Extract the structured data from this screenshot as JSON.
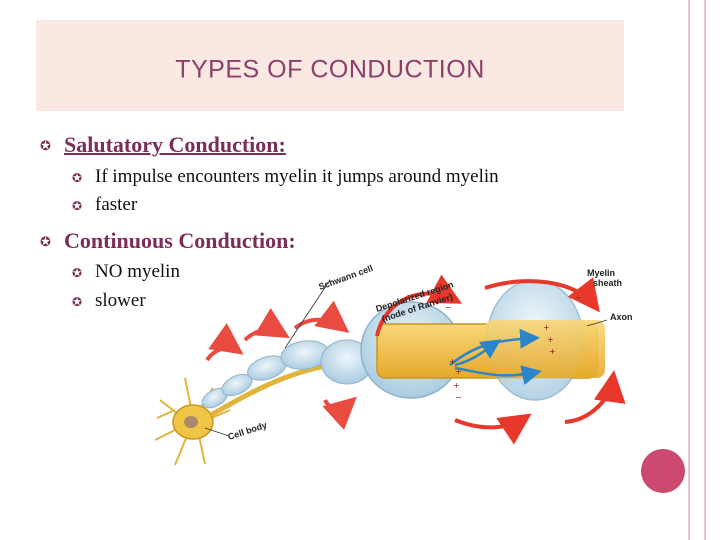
{
  "slide": {
    "title": "TYPES OF CONDUCTION",
    "items": [
      {
        "heading": "Salutatory Conduction:",
        "subitems": [
          "If impulse encounters myelin it jumps around myelin",
          "faster"
        ]
      },
      {
        "heading": "Continuous Conduction:",
        "subitems": [
          "NO myelin",
          "slower"
        ]
      }
    ]
  },
  "diagram": {
    "labels": {
      "schwann": "Schwann cell",
      "depolarized_1": "Depolarized region",
      "depolarized_2": "(node of Ranvier)",
      "myelin_1": "Myelin",
      "myelin_2": "sheath",
      "axon": "Axon",
      "cell_body": "Cell body"
    },
    "colors": {
      "axon": "#f2c14e",
      "myelin": "#cfe3ef",
      "arrow": "#e8382c",
      "current": "#2a86c8"
    }
  }
}
